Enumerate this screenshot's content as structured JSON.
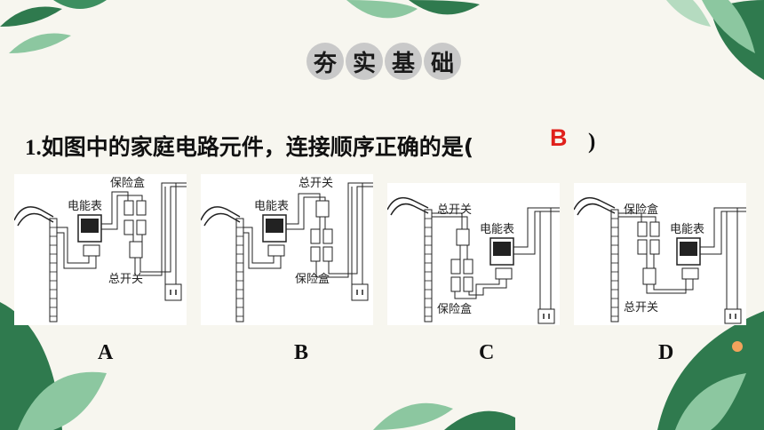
{
  "title": [
    "夯",
    "实",
    "基",
    "础"
  ],
  "question": {
    "number": "1.",
    "text": "如图中的家庭电路元件，连接顺序正确的是(",
    "close": ")",
    "answer": "B"
  },
  "panels": [
    {
      "option": "A",
      "meter_label": "电能表",
      "fuse_label": "保险盒",
      "switch_label": "总开关"
    },
    {
      "option": "B",
      "meter_label": "电能表",
      "fuse_label": "保险盒",
      "switch_label": "总开关"
    },
    {
      "option": "C",
      "meter_label": "电能表",
      "fuse_label": "保险盒",
      "switch_label": "总开关"
    },
    {
      "option": "D",
      "meter_label": "电能表",
      "fuse_label": "保险盒",
      "switch_label": "总开关"
    }
  ],
  "colors": {
    "answer": "#e0201b",
    "leaf_dark": "#2f7a4e",
    "leaf_light": "#8cc7a0"
  }
}
